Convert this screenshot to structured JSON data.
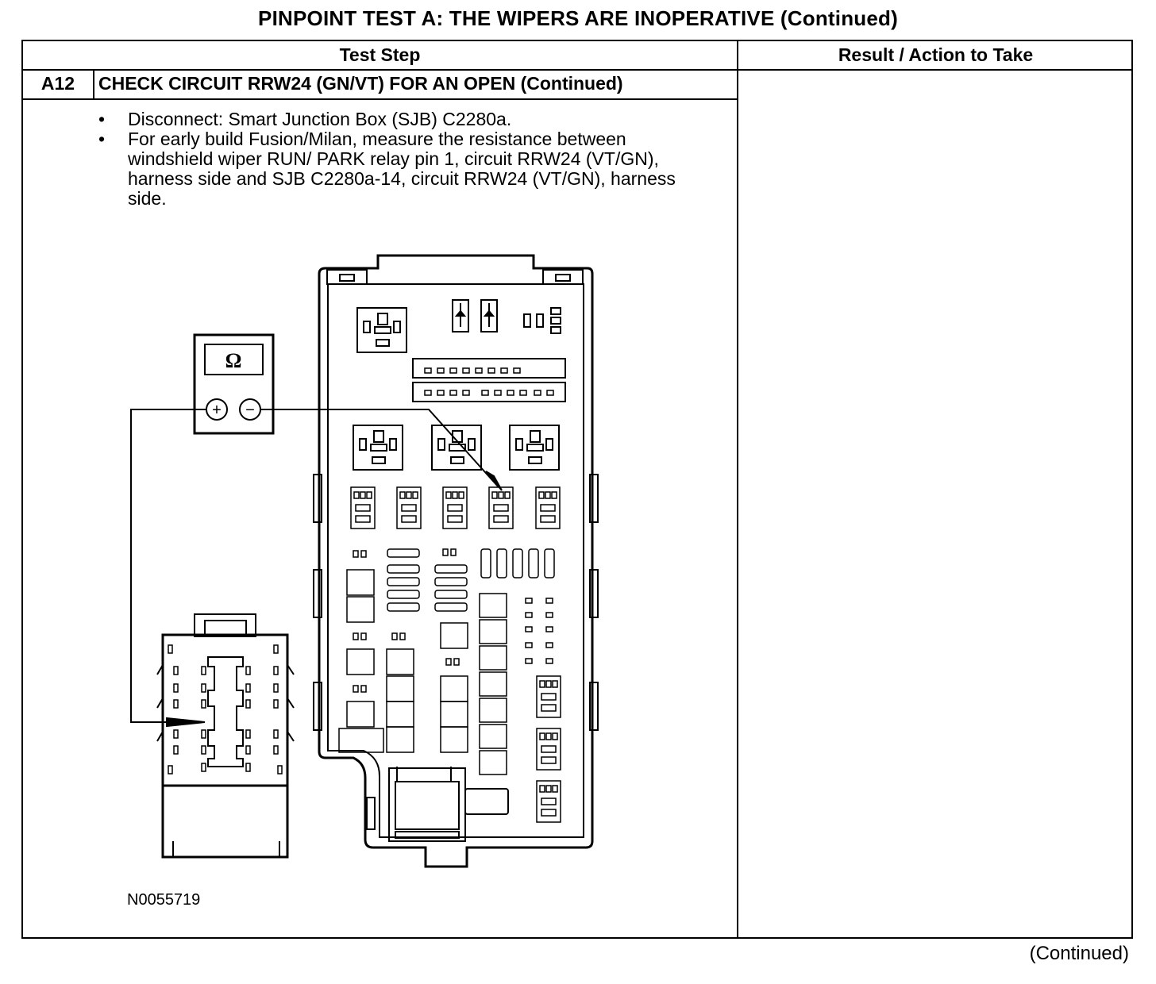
{
  "page_title": "PINPOINT TEST A: THE WIPERS ARE INOPERATIVE (Continued)",
  "table": {
    "col_test_step": "Test Step",
    "col_result": "Result / Action to Take",
    "step_id": "A12",
    "step_title": "CHECK CIRCUIT RRW24 (GN/VT) FOR AN OPEN (Continued)",
    "bullets": [
      "Disconnect: Smart Junction Box (SJB) C2280a.",
      "For early build Fusion/Milan, measure the resistance between windshield wiper RUN/ PARK relay pin 1, circuit RRW24 (VT/GN), harness side and SJB C2280a-14, circuit RRW24 (VT/GN), harness side."
    ]
  },
  "figure": {
    "meter_symbol": "Ω",
    "plus_symbol": "+",
    "minus_symbol": "−",
    "figure_id": "N0055719"
  },
  "footer": {
    "continued": "(Continued)"
  }
}
